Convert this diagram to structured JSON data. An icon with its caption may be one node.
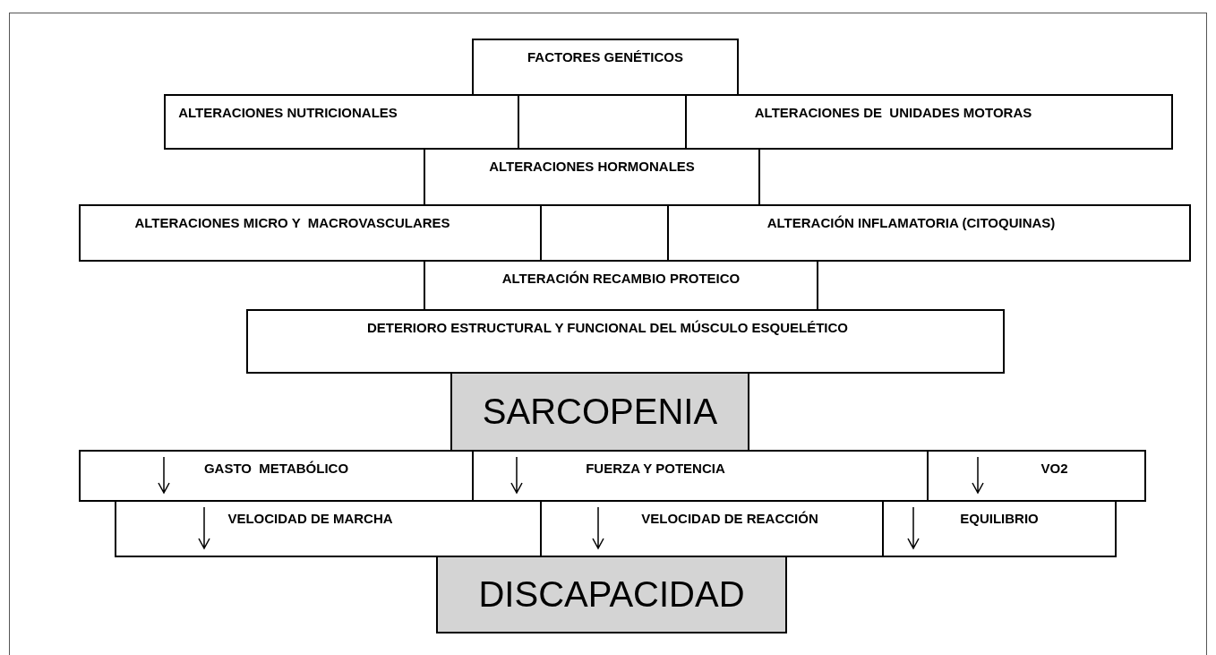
{
  "diagram": {
    "nodes": [
      {
        "text": [
          "FACTORES GENÉTICOS"
        ]
      },
      {
        "text": [
          "ALTERACIONES NUTRICIONALES"
        ]
      },
      {
        "text": [
          "ALTERACIONES DE  UNIDADES MOTORAS"
        ]
      },
      {
        "text": [
          "ALTERACIONES HORMONALES"
        ]
      },
      {
        "text": [
          "ALTERACIONES MICRO Y  MACROVASCULARES"
        ]
      },
      {
        "text": [
          "ALTERACIÓN INFLAMATORIA (CITOQUINAS)"
        ]
      },
      {
        "text": [
          "ALTERACIÓN RECAMBIO PROTEICO"
        ]
      },
      {
        "text": [
          "DETERIORO ESTRUCTURAL Y FUNCIONAL DEL MÚSCULO ESQUELÉTICO"
        ]
      },
      {
        "text": [
          "SARCOPENIA"
        ]
      },
      {
        "text": [
          "GASTO  METABÓLICO"
        ]
      },
      {
        "text": [
          "FUERZA Y POTENCIA"
        ]
      },
      {
        "text": [
          "VO2"
        ]
      },
      {
        "text": [
          "VELOCIDAD DE MARCHA"
        ]
      },
      {
        "text": [
          "VELOCIDAD DE REACCIÓN"
        ]
      },
      {
        "text": [
          "EQUILIBRIO"
        ]
      },
      {
        "text": [
          "DISCAPACIDAD"
        ]
      }
    ]
  }
}
